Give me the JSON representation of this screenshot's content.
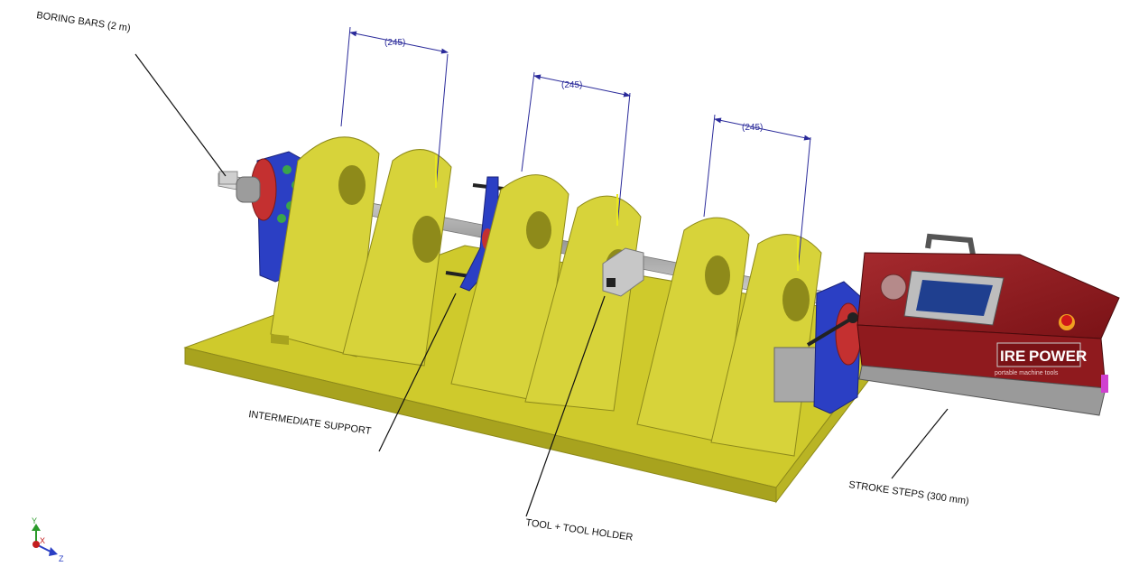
{
  "callouts": {
    "boring_bars": "BORING BARS (2 m)",
    "intermediate_support": "INTERMEDIATE SUPPORT",
    "tool_holder": "TOOL + TOOL HOLDER",
    "stroke_steps": "STROKE STEPS (300 mm)"
  },
  "dimensions": {
    "first": "(245)",
    "second": "(245)",
    "third": "(245)"
  },
  "machine": {
    "brand_left": "IRE",
    "brand_right": "POWER",
    "tagline": "portable machine tools"
  },
  "axis_triad": {
    "x": "X",
    "y": "Y",
    "z": "Z"
  },
  "colors": {
    "base_plate": "#c9c42a",
    "lugs": "#d7d33a",
    "flange_blue": "#2b3fc4",
    "machine_red": "#8f1a1e",
    "dimension_line": "#2a2a9a"
  }
}
